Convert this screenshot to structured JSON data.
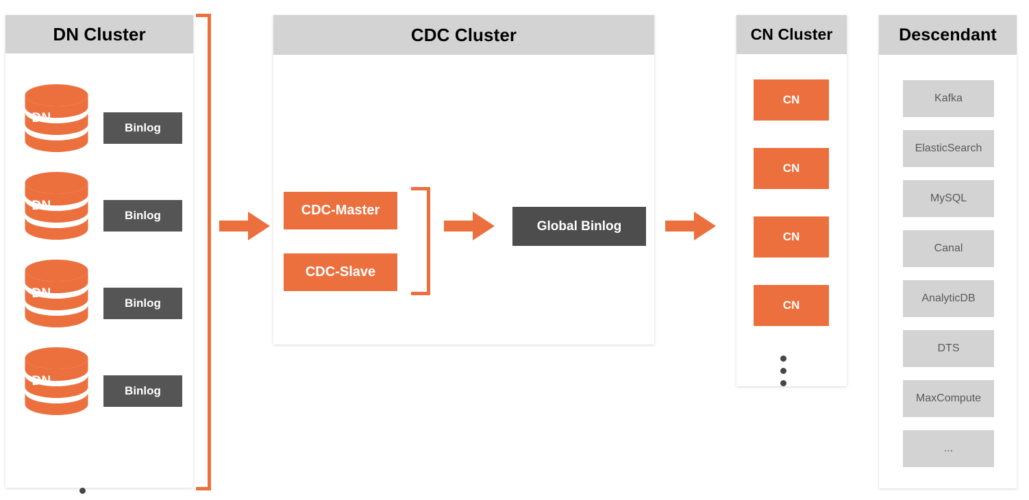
{
  "colors": {
    "orange": "#ec703e",
    "dark_gray": "#555555",
    "header_gray": "#d3d3d3",
    "descendant_text": "#5a5a5a",
    "background": "#ffffff"
  },
  "dn_cluster": {
    "title": "DN Cluster",
    "nodes": [
      {
        "db_label": "DN",
        "binlog_label": "Binlog"
      },
      {
        "db_label": "DN",
        "binlog_label": "Binlog"
      },
      {
        "db_label": "DN",
        "binlog_label": "Binlog"
      },
      {
        "db_label": "DN",
        "binlog_label": "Binlog"
      }
    ],
    "ellipsis": "vertical-three-dots"
  },
  "cdc_cluster": {
    "title": "CDC Cluster",
    "master_label": "CDC-Master",
    "slave_label": "CDC-Slave"
  },
  "global_binlog": {
    "label": "Global Binlog"
  },
  "cn_cluster": {
    "title": "CN Cluster",
    "nodes": [
      {
        "label": "CN"
      },
      {
        "label": "CN"
      },
      {
        "label": "CN"
      },
      {
        "label": "CN"
      }
    ],
    "ellipsis": "vertical-three-dots"
  },
  "descendant": {
    "title": "Descendant",
    "items": [
      {
        "label": "Kafka"
      },
      {
        "label": "ElasticSearch"
      },
      {
        "label": "MySQL"
      },
      {
        "label": "Canal"
      },
      {
        "label": "AnalyticDB"
      },
      {
        "label": "DTS"
      },
      {
        "label": "MaxCompute"
      },
      {
        "label": "..."
      }
    ]
  },
  "flow": {
    "arrows": [
      {
        "name": "dn-to-cdc",
        "direction": "right"
      },
      {
        "name": "cdc-to-global-binlog",
        "direction": "right"
      },
      {
        "name": "global-binlog-to-cn",
        "direction": "right"
      }
    ],
    "brackets": [
      {
        "name": "dn-cluster-bracket",
        "orientation": "right-facing"
      },
      {
        "name": "cdc-nodes-bracket",
        "orientation": "right-facing"
      }
    ]
  }
}
